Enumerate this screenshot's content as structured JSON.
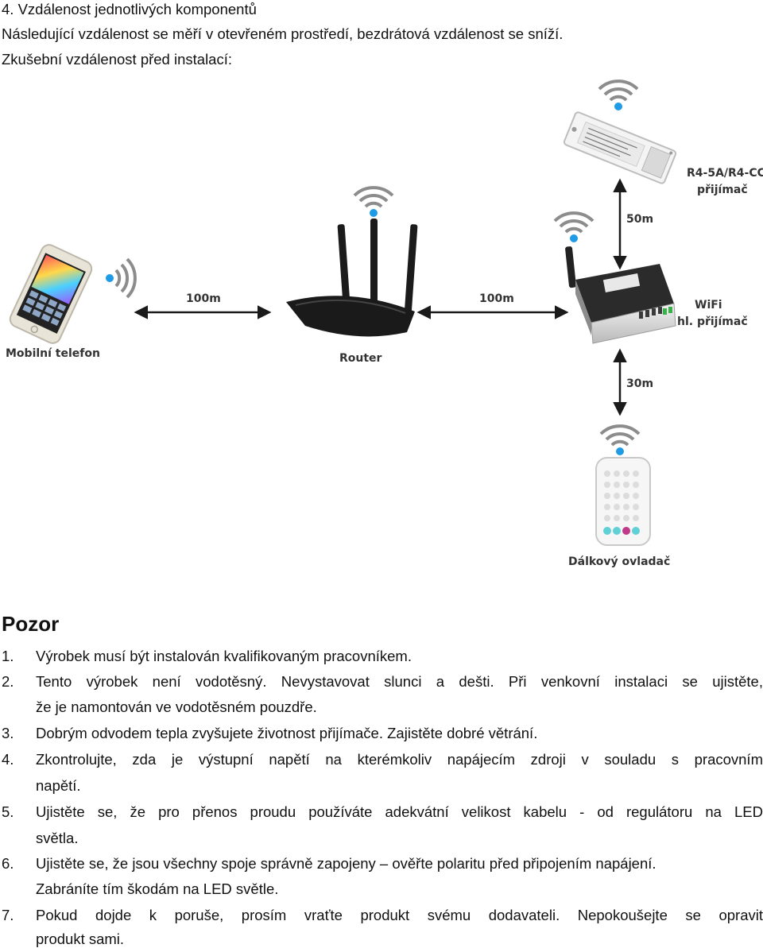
{
  "header": {
    "section_title": "4.   Vzdálenost jednotlivých komponentů",
    "intro": "Následující vzdálenost se měří v otevřeném prostředí, bezdrátová vzdálenost se sníží.",
    "test_distance": "Zkušební vzdálenost před instalací:"
  },
  "diagram": {
    "labels": {
      "phone": "Mobilní telefon",
      "router": "Router",
      "receiver_line1": "R4-5A/R4-CC",
      "receiver_line2": "přijímač",
      "wifi_line1": "WiFi",
      "wifi_line2": "hl. přijímač",
      "remote": "Dálkový ovladač"
    },
    "distances": {
      "phone_router": "100m",
      "router_wifi": "100m",
      "wifi_receiver": "50m",
      "wifi_remote": "30m"
    },
    "colors": {
      "wifi_signal": "#8c8c8c",
      "wifi_dot": "#1e9be6",
      "arrow": "#1a1a1a"
    }
  },
  "warning": {
    "title": "Pozor",
    "items": [
      {
        "num": "1.",
        "lines": [
          "Výrobek musí být instalován kvalifikovaným pracovníkem."
        ]
      },
      {
        "num": "2.",
        "lines": [
          "Tento výrobek není vodotěsný. Nevystavovat slunci a dešti. Při venkovní instalaci se ujistěte,",
          "že je namontován ve vodotěsném pouzdře."
        ]
      },
      {
        "num": "3.",
        "lines": [
          "Dobrým odvodem tepla zvyšujete životnost přijímače. Zajistěte dobré větrání."
        ]
      },
      {
        "num": "4.",
        "lines": [
          "Zkontrolujte, zda je výstupní napětí na kterémkoliv napájecím zdroji v souladu s pracovním",
          "napětí."
        ]
      },
      {
        "num": "5.",
        "lines": [
          "Ujistěte se, že pro přenos proudu používáte adekvátní velikost kabelu - od regulátoru na LED",
          "světla."
        ]
      },
      {
        "num": "6.",
        "lines": [
          "Ujistěte se, že jsou všechny spoje správně zapojeny – ověřte polaritu před připojením napájení.",
          "Zabráníte tím škodám na LED světle."
        ]
      },
      {
        "num": "7.",
        "lines": [
          "Pokud dojde k poruše, prosím vraťte produkt svému dodavateli. Nepokoušejte se opravit",
          "produkt sami."
        ]
      }
    ]
  }
}
